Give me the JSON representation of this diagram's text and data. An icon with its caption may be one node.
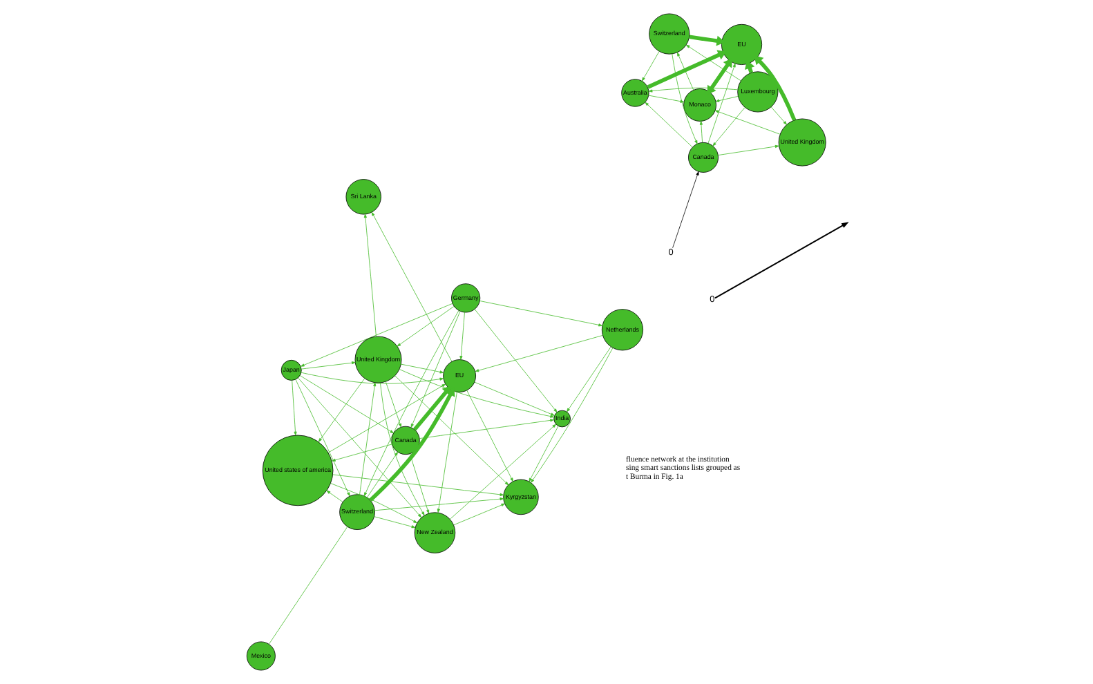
{
  "diagram": {
    "nodes": [
      {
        "text": [
          "Luxembourg"
        ]
      },
      {
        "text": [
          "Switzerland"
        ]
      },
      {
        "text": [
          "Canada"
        ]
      },
      {
        "text": [
          "Australia"
        ]
      },
      {
        "text": [
          "United Kingdom"
        ]
      },
      {
        "text": [
          "EU"
        ]
      },
      {
        "text": [
          "Monaco"
        ]
      },
      {
        "text": [
          "0"
        ]
      },
      {
        "text": [
          "Mexico"
        ]
      },
      {
        "text": [
          "Germany"
        ]
      },
      {
        "text": [
          "Switzerland"
        ]
      },
      {
        "text": [
          "Japan"
        ]
      },
      {
        "text": [
          "United Kingdom"
        ]
      },
      {
        "text": [
          "Canada"
        ]
      },
      {
        "text": [
          "United states of america"
        ]
      },
      {
        "text": [
          "Netherlands"
        ]
      },
      {
        "text": [
          "EU"
        ]
      },
      {
        "text": [
          "New Zealand"
        ]
      },
      {
        "text": [
          "India"
        ]
      },
      {
        "text": [
          "Sri Lanka"
        ]
      },
      {
        "text": [
          "Kyrgyzstan"
        ]
      },
      {
        "text": [
          "0"
        ]
      }
    ],
    "edges": [
      {
        "from": 7,
        "to": 2,
        "arrow": "to",
        "color": "#000000"
      },
      {
        "from": 0,
        "to": 1,
        "arrow": "to"
      },
      {
        "from": 0,
        "to": 2,
        "arrow": "to"
      },
      {
        "from": 0,
        "to": 5,
        "arrow": "to",
        "style": "thick"
      },
      {
        "from": 0,
        "to": 3,
        "arrow": "to"
      },
      {
        "from": 0,
        "to": 4,
        "arrow": "to"
      },
      {
        "from": 0,
        "to": 6,
        "arrow": "to"
      },
      {
        "from": 1,
        "to": 2,
        "arrow": "to"
      },
      {
        "from": 1,
        "to": 5,
        "arrow": "to",
        "style": "thick"
      },
      {
        "from": 1,
        "to": 3,
        "arrow": "to"
      },
      {
        "from": 6,
        "to": 1,
        "arrow": "to"
      },
      {
        "from": 2,
        "to": 3,
        "arrow": "to"
      },
      {
        "from": 2,
        "to": 5,
        "arrow": "to"
      },
      {
        "from": 2,
        "to": 4,
        "arrow": "to"
      },
      {
        "from": 2,
        "to": 6,
        "arrow": "to"
      },
      {
        "from": 3,
        "to": 5,
        "arrow": "to",
        "style": "thick"
      },
      {
        "from": 3,
        "to": 6,
        "arrow": "to"
      },
      {
        "from": 4,
        "to": 5,
        "arrow": "to",
        "style": "thick"
      },
      {
        "from": 4,
        "to": 6,
        "arrow": "to"
      },
      {
        "from": 5,
        "to": 6,
        "arrow": "both",
        "style": "thick"
      },
      {
        "from": 21,
        "to": null,
        "arrow": "to",
        "color": "#000000"
      },
      {
        "from": 8,
        "to": 10,
        "arrow": "none"
      },
      {
        "from": 9,
        "to": 10,
        "arrow": "to"
      },
      {
        "from": 9,
        "to": 11,
        "arrow": "to"
      },
      {
        "from": 11,
        "to": 10,
        "arrow": "to"
      },
      {
        "from": 9,
        "to": 12,
        "arrow": "to"
      },
      {
        "from": 9,
        "to": 13,
        "arrow": "to"
      },
      {
        "from": 9,
        "to": 16,
        "arrow": "to"
      },
      {
        "from": 9,
        "to": 15,
        "arrow": "to"
      },
      {
        "from": 9,
        "to": 18,
        "arrow": "to"
      },
      {
        "from": 11,
        "to": 12,
        "arrow": "to"
      },
      {
        "from": 11,
        "to": 13,
        "arrow": "to"
      },
      {
        "from": 11,
        "to": 14,
        "arrow": "to"
      },
      {
        "from": 11,
        "to": 17,
        "arrow": "to"
      },
      {
        "from": 11,
        "to": 16,
        "arrow": "to"
      },
      {
        "from": 10,
        "to": 12,
        "arrow": "to"
      },
      {
        "from": 10,
        "to": 16,
        "arrow": "to",
        "style": "thick"
      },
      {
        "from": 10,
        "to": 13,
        "arrow": "to"
      },
      {
        "from": 10,
        "to": 14,
        "arrow": "to"
      },
      {
        "from": 10,
        "to": 17,
        "arrow": "to"
      },
      {
        "from": 10,
        "to": 20,
        "arrow": "to"
      },
      {
        "from": 12,
        "to": 13,
        "arrow": "to"
      },
      {
        "from": 12,
        "to": 14,
        "arrow": "to"
      },
      {
        "from": 12,
        "to": 16,
        "arrow": "to"
      },
      {
        "from": 12,
        "to": 17,
        "arrow": "to"
      },
      {
        "from": 12,
        "to": 19,
        "arrow": "to"
      },
      {
        "from": 12,
        "to": 18,
        "arrow": "to"
      },
      {
        "from": 12,
        "to": 20,
        "arrow": "to"
      },
      {
        "from": 13,
        "to": 16,
        "arrow": "to",
        "style": "thick"
      },
      {
        "from": 13,
        "to": 14,
        "arrow": "to"
      },
      {
        "from": 13,
        "to": 17,
        "arrow": "to"
      },
      {
        "from": 13,
        "to": 18,
        "arrow": "to"
      },
      {
        "from": 14,
        "to": 16,
        "arrow": "to"
      },
      {
        "from": 14,
        "to": 17,
        "arrow": "to"
      },
      {
        "from": 14,
        "to": 20,
        "arrow": "to"
      },
      {
        "from": 15,
        "to": 16,
        "arrow": "to"
      },
      {
        "from": 15,
        "to": 18,
        "arrow": "to"
      },
      {
        "from": 15,
        "to": 20,
        "arrow": "to"
      },
      {
        "from": 16,
        "to": 17,
        "arrow": "to"
      },
      {
        "from": 16,
        "to": 18,
        "arrow": "to"
      },
      {
        "from": 16,
        "to": 19,
        "arrow": "to"
      },
      {
        "from": 16,
        "to": 20,
        "arrow": "to"
      },
      {
        "from": 17,
        "to": 18,
        "arrow": "to"
      },
      {
        "from": 17,
        "to": 20,
        "arrow": "to"
      },
      {
        "from": 18,
        "to": 20,
        "arrow": "to"
      }
    ],
    "labels": [
      "fluence network at the institution",
      "sing smart sanctions lists grouped as",
      "t Burma in Fig. 1a"
    ]
  }
}
